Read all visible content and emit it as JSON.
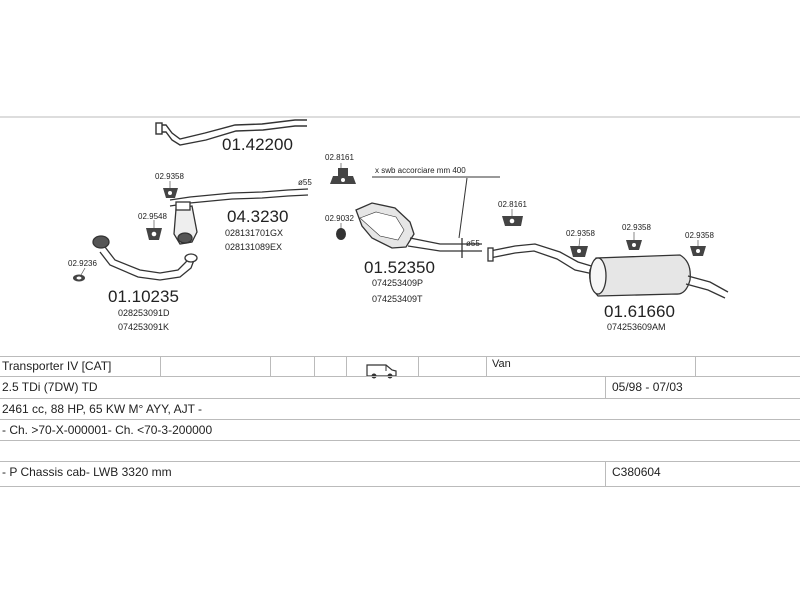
{
  "parts": {
    "p1": {
      "number": "01.42200"
    },
    "p2": {
      "number": "04.3230",
      "ref1": "028131701GX",
      "ref2": "028131089EX"
    },
    "p3": {
      "number": "01.10235",
      "ref1": "028253091D",
      "ref2": "074253091K"
    },
    "p4": {
      "number": "01.52350",
      "ref1": "074253409P",
      "ref2": "074253409T"
    },
    "p5": {
      "number": "01.61660",
      "ref1": "074253609AM"
    }
  },
  "fittings": {
    "f1": "02.9358",
    "f2": "02.9548",
    "f3": "02.9236",
    "f4": "02.8161",
    "f5": "02.9032",
    "f6": "02.8161",
    "f7": "02.9358",
    "f8": "02.9358",
    "f9": "02.9358"
  },
  "diameters": {
    "d1": "ø55",
    "d2": "ø55"
  },
  "note": "x swb accorciare mm 400",
  "vehicle": {
    "model": "Transporter IV  [CAT]",
    "body_type": "Van",
    "van_icon": "van-icon",
    "engine": "2.5 TDi (7DW) TD",
    "years": "05/98 - 07/03",
    "specs": "2461 cc, 88 HP, 65 KW M° AYY, AJT -",
    "chassis": "- Ch. >70-X-000001- Ch. <70-3-200000",
    "variant": "- P Chassis cab- LWB 3320 mm",
    "code": "C380604"
  }
}
